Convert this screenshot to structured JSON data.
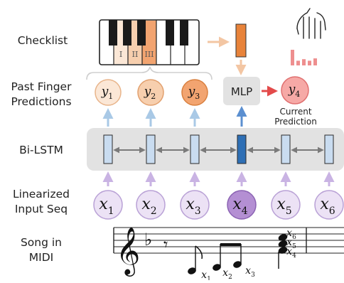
{
  "row_labels": {
    "checklist": "Checklist",
    "past_predictions": [
      "Past Finger",
      "Predictions"
    ],
    "bilstm": "Bi-LSTM",
    "input_seq": [
      "Linearized",
      "Input Seq"
    ],
    "song": [
      "Song in",
      "MIDI"
    ]
  },
  "roman_numerals": [
    "I",
    "II",
    "III"
  ],
  "mlp_label": "MLP",
  "current_prediction": [
    "Current",
    "Prediction"
  ],
  "past_predictions": [
    {
      "var": "y",
      "sub": "1",
      "fill": "#fbe7d6",
      "stroke": "#e8b48a"
    },
    {
      "var": "y",
      "sub": "2",
      "fill": "#f7cfae",
      "stroke": "#e2a06e"
    },
    {
      "var": "y",
      "sub": "3",
      "fill": "#f2a470",
      "stroke": "#d9803f"
    }
  ],
  "current": {
    "var": "y",
    "sub": "4",
    "fill": "#f6a9a6",
    "stroke": "#e07070"
  },
  "inputs": [
    {
      "var": "x",
      "sub": "1",
      "fill": "#ece2f5",
      "stroke": "#b9a1d6"
    },
    {
      "var": "x",
      "sub": "2",
      "fill": "#ece2f5",
      "stroke": "#b9a1d6"
    },
    {
      "var": "x",
      "sub": "3",
      "fill": "#ece2f5",
      "stroke": "#b9a1d6"
    },
    {
      "var": "x",
      "sub": "4",
      "fill": "#b48fd3",
      "stroke": "#8b63b3"
    },
    {
      "var": "x",
      "sub": "5",
      "fill": "#ece2f5",
      "stroke": "#b9a1d6"
    },
    {
      "var": "x",
      "sub": "6",
      "fill": "#ece2f5",
      "stroke": "#b9a1d6"
    }
  ],
  "note_labels": [
    {
      "var": "x",
      "sub": "1"
    },
    {
      "var": "x",
      "sub": "2"
    },
    {
      "var": "x",
      "sub": "3"
    },
    {
      "var": "x",
      "sub": "6"
    },
    {
      "var": "x",
      "sub": "5"
    },
    {
      "var": "x",
      "sub": "4"
    }
  ],
  "colors": {
    "lstm_cell": "#c9dcf0",
    "lstm_cell_active": "#2e6fb5",
    "lstm_band": "#e2e2e2",
    "bi_arrow": "#7a7a7a",
    "up_arrow_blue": "#a9c9e6",
    "up_arrow_blue_active": "#5b8fd0",
    "up_arrow_purple": "#c9b3e3",
    "checklist_cell": "#e8833a",
    "checklist_arrow": "#f3c6a3",
    "piano_highlight": "#f6c6a0",
    "red_arrow": "#e34a4a",
    "bar_color": "#ee8f8f"
  },
  "probability_bars": [
    1.0,
    0.3,
    0.4,
    0.3,
    0.45
  ],
  "icons": [
    "piano-keys-icon",
    "hand-icon",
    "treble-clef-icon",
    "flat-sign-icon",
    "eighth-rest-icon"
  ]
}
